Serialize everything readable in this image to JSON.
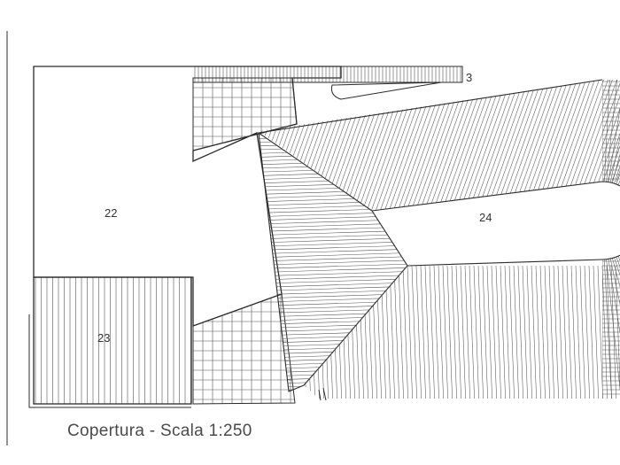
{
  "drawing": {
    "caption": "Copertura - Scala 1:250",
    "labels": {
      "area_22": "22",
      "area_23": "23",
      "area_24": "24",
      "area_3": "3"
    },
    "colors": {
      "line": "#2b2b2b",
      "hatch": "#555555",
      "background": "#ffffff"
    }
  }
}
